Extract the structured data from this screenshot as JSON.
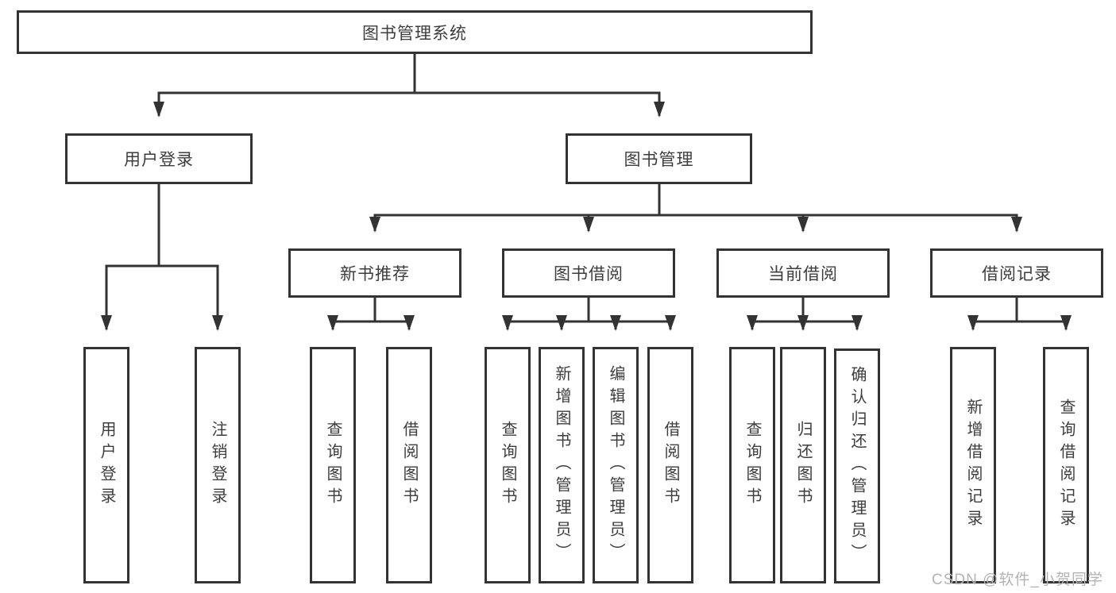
{
  "tree": {
    "root": {
      "label": "图书管理系统"
    },
    "user_login": {
      "label": "用户登录",
      "children": [
        "用户登录",
        "注销登录"
      ]
    },
    "book_management": {
      "label": "图书管理",
      "sections": [
        {
          "label": "新书推荐",
          "children": [
            "查询图书",
            "借阅图书"
          ]
        },
        {
          "label": "图书借阅",
          "children": [
            "查询图书",
            "新增图书（管理员）",
            "编辑图书（管理员）",
            "借阅图书"
          ]
        },
        {
          "label": "当前借阅",
          "children": [
            "查询图书",
            "归还图书",
            "确认归还（管理员）"
          ]
        },
        {
          "label": "借阅记录",
          "children": [
            "新增借阅记录",
            "查询借阅记录"
          ]
        }
      ]
    }
  },
  "watermark": "CSDN @软件_小贺同学",
  "colors": {
    "line": "#333333",
    "box_border": "#333333",
    "box_background": "#ffffff",
    "text": "#3d3d3d",
    "watermark": "#b3b3b3",
    "page_background": "#ffffff"
  }
}
